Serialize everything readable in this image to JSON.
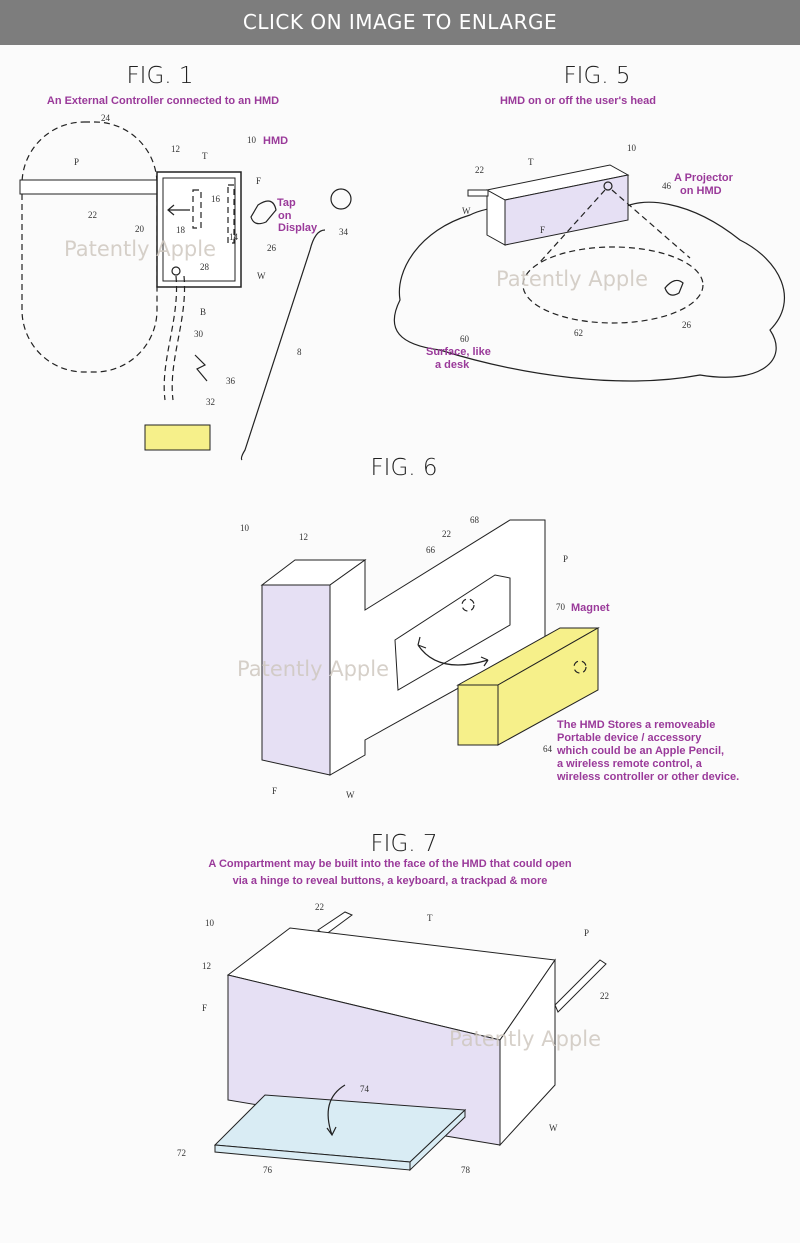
{
  "banner": "CLICK ON IMAGE TO ENLARGE",
  "watermark": "Patently Apple",
  "fig1": {
    "title": "FIG. 1",
    "subtitle": "An External Controller connected to an HMD",
    "labels": [
      "HMD",
      "Tap",
      "on",
      "Display"
    ],
    "refs": [
      "24",
      "P",
      "22",
      "20",
      "12",
      "T",
      "10",
      "F",
      "16",
      "18",
      "14",
      "26",
      "28",
      "W",
      "B",
      "30",
      "36",
      "32",
      "34",
      "8"
    ]
  },
  "fig5": {
    "title": "FIG. 5",
    "subtitle": "HMD on or off the user's head",
    "labels": [
      "A Projector",
      "on HMD",
      "Surface, like",
      "a desk"
    ],
    "refs": [
      "10",
      "22",
      "T",
      "W",
      "46",
      "F",
      "60",
      "62",
      "26"
    ]
  },
  "fig6": {
    "title": "FIG. 6",
    "labels": [
      "Magnet"
    ],
    "description": [
      "The HMD Stores a removeable",
      "Portable device / accessory",
      "which could be an Apple Pencil,",
      "a wireless remote control, a",
      "wireless controller or other device."
    ],
    "refs": [
      "10",
      "12",
      "22",
      "68",
      "66",
      "P",
      "70",
      "64",
      "F",
      "W"
    ]
  },
  "fig7": {
    "title": "FIG. 7",
    "subtitle": [
      "A Compartment may be built into the face of the HMD that could open",
      "via a hinge to reveal buttons, a keyboard, a trackpad & more"
    ],
    "refs": [
      "22",
      "T",
      "10",
      "12",
      "P",
      "22",
      "F",
      "74",
      "W",
      "72",
      "76",
      "78"
    ]
  },
  "colors": {
    "banner": "#7d7d7d",
    "accent": "#9a3a9a",
    "hmd_face": "#e6e0f4",
    "accessory": "#f6f08a",
    "tray": "#d9ecf4"
  }
}
